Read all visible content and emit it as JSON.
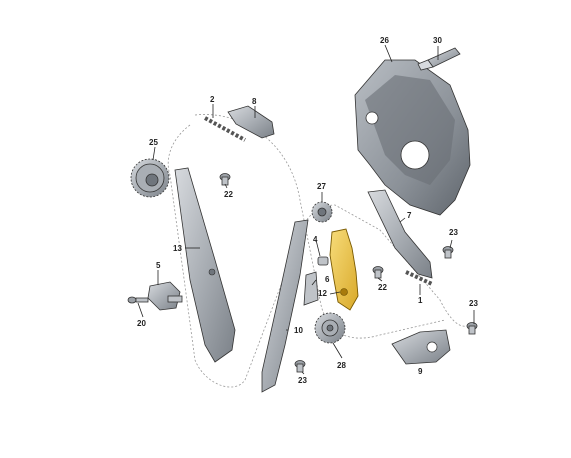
{
  "colors": {
    "background": "#ffffff",
    "metal_light": "#c9ccd0",
    "metal_mid": "#9ca1a7",
    "metal_dark": "#6f757c",
    "highlight_part": "#f2c94c",
    "label": "#222222"
  },
  "highlighted_part": "12",
  "parts": [
    {
      "id": "timing-cover",
      "label": "26"
    },
    {
      "id": "sealant-tube",
      "label": "30"
    },
    {
      "id": "chain-section",
      "label": "2"
    },
    {
      "id": "tensioner-rail-top",
      "label": "8"
    },
    {
      "id": "crank-sprocket-left",
      "label": "25"
    },
    {
      "id": "bolt-left-upper",
      "label": "22"
    },
    {
      "id": "tensioner-rail-left",
      "label": "13"
    },
    {
      "id": "chain-tensioner",
      "label": "5"
    },
    {
      "id": "bolt-tensioner",
      "label": "20"
    },
    {
      "id": "sprocket-small",
      "label": "27"
    },
    {
      "id": "seal-ring",
      "label": "4"
    },
    {
      "id": "spring",
      "label": "6"
    },
    {
      "id": "tensioner-arm",
      "label": "12"
    },
    {
      "id": "bolt-center",
      "label": "22"
    },
    {
      "id": "guide-rail-right",
      "label": "7"
    },
    {
      "id": "bolt-right-upper",
      "label": "23"
    },
    {
      "id": "chain-right",
      "label": "1"
    },
    {
      "id": "guide-rail-center",
      "label": "10"
    },
    {
      "id": "bolt-lower-center",
      "label": "23"
    },
    {
      "id": "sprocket-lower",
      "label": "28"
    },
    {
      "id": "bracket-lower",
      "label": "9"
    },
    {
      "id": "bolt-lower-right",
      "label": "23"
    }
  ]
}
